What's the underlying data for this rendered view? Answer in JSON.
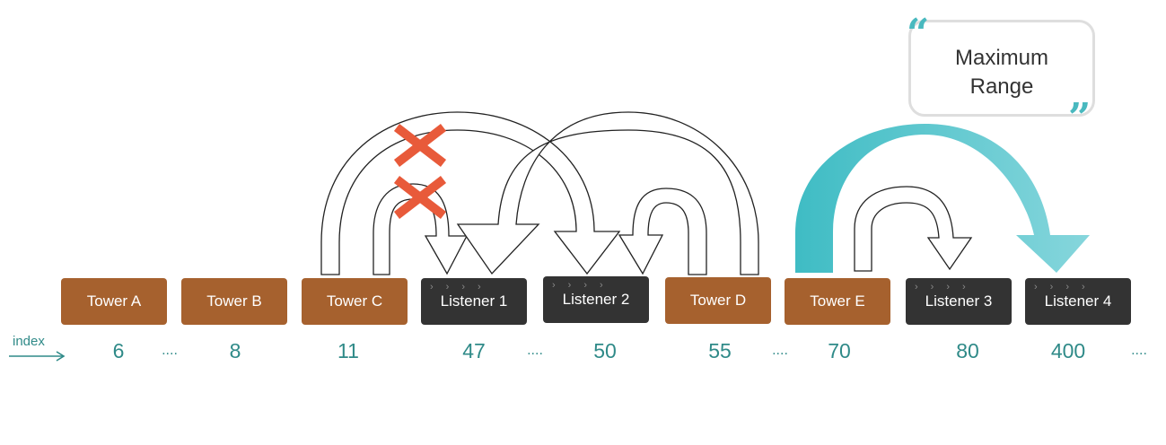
{
  "index_label": "index",
  "callout": {
    "line1": "Maximum",
    "line2": "Range"
  },
  "nodes": [
    {
      "label": "Tower A",
      "kind": "tower",
      "index": "6"
    },
    {
      "label": "Tower B",
      "kind": "tower",
      "index": "8"
    },
    {
      "label": "Tower C",
      "kind": "tower",
      "index": "11"
    },
    {
      "label": "Listener 1",
      "kind": "listener",
      "index": "47"
    },
    {
      "label": "Listener 2",
      "kind": "listener",
      "index": "50"
    },
    {
      "label": "Tower D",
      "kind": "tower",
      "index": "55"
    },
    {
      "label": "Tower E",
      "kind": "tower",
      "index": "70"
    },
    {
      "label": "Listener 3",
      "kind": "listener",
      "index": "80"
    },
    {
      "label": "Listener 4",
      "kind": "listener",
      "index": "400"
    }
  ],
  "ellipsis": "....",
  "colors": {
    "tower": "#a6612e",
    "listener": "#333333",
    "index_text": "#2f8a88",
    "max_range_arrow": "#49bcc4",
    "blocked_mark": "#e85a3a"
  }
}
